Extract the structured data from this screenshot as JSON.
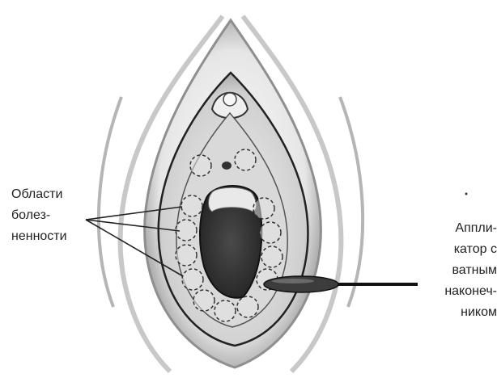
{
  "labels": {
    "tender_areas": [
      "Области",
      "болез-",
      "ненности"
    ],
    "applicator": [
      "Аппли-",
      "катор с",
      "ватным",
      "наконеч-",
      "ником"
    ]
  },
  "colors": {
    "ink": "#222222",
    "shade": "#9a9a9a",
    "light_shade": "#d8d8d8",
    "dark_opening": "#3a3a3a"
  }
}
